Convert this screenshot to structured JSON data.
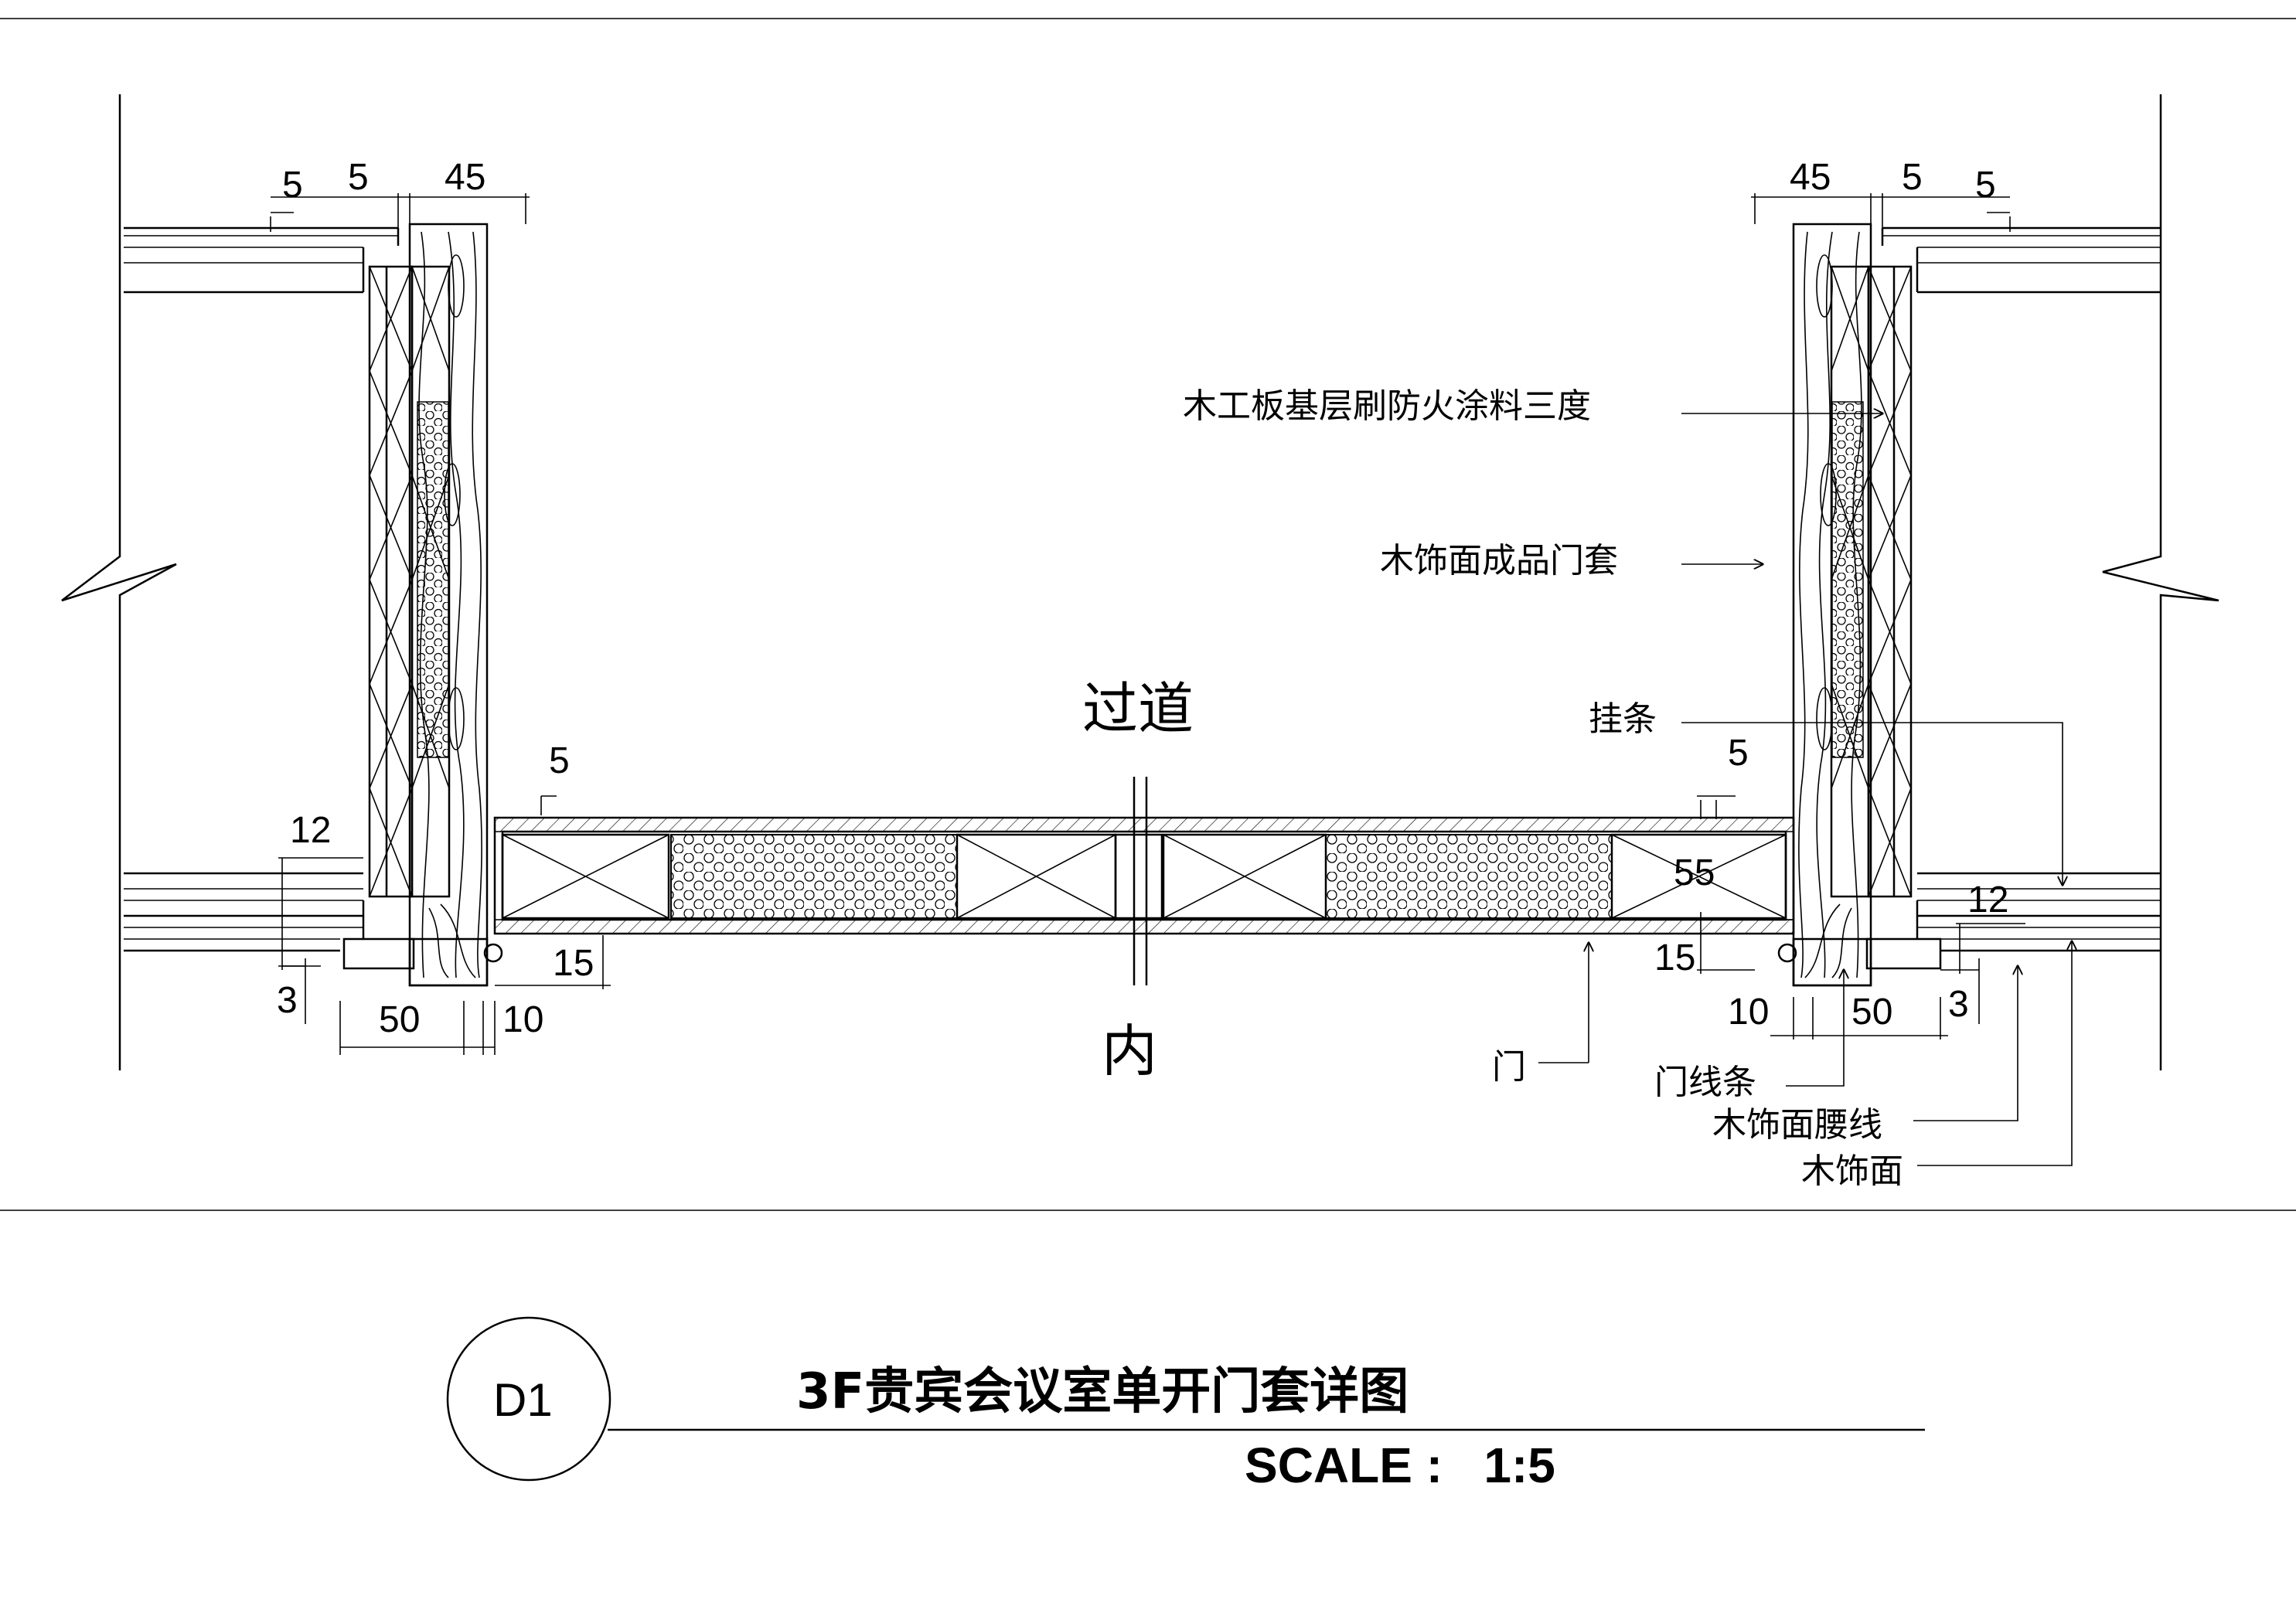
{
  "drawing": {
    "passage_label": "过道",
    "inside_label": "内",
    "annotations": {
      "fireproof": "木工板基层刷防火涂料三度",
      "door_casing": "木饰面成品门套",
      "hanging_strip": "挂条",
      "door": "门",
      "door_trim": "门线条",
      "wainscot_line": "木饰面腰线",
      "wood_veneer": "木饰面"
    },
    "dimensions": {
      "left_top_5a": "5",
      "left_top_5b": "5",
      "left_top_45": "45",
      "right_top_45": "45",
      "right_top_5a": "5",
      "right_top_5b": "5",
      "left_door_5": "5",
      "right_door_5": "5",
      "left_12": "12",
      "left_3": "3",
      "left_50": "50",
      "left_10": "10",
      "left_15": "15",
      "right_55": "55",
      "right_15": "15",
      "right_10": "10",
      "right_50": "50",
      "right_12": "12",
      "right_3": "3"
    }
  },
  "title_block": {
    "code": "D1",
    "title": "3F贵宾会议室单开门套详图",
    "scale": "SCALE :   1:5"
  }
}
